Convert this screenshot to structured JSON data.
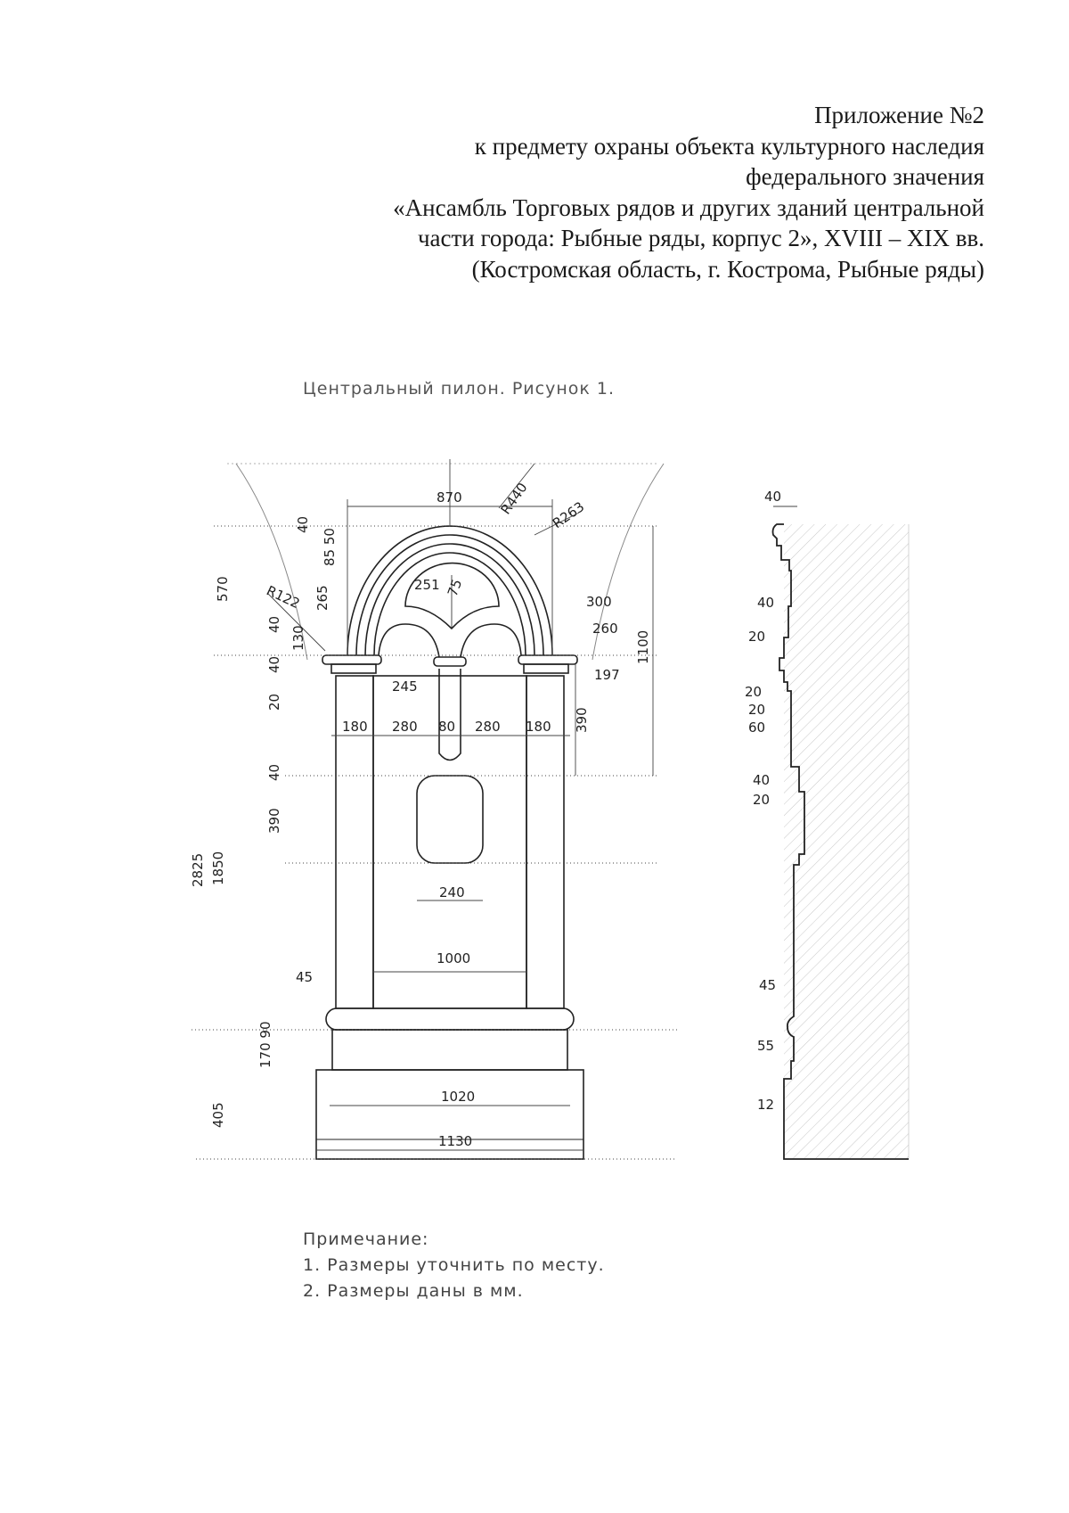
{
  "header": {
    "lines": [
      "Приложение №2",
      "к предмету охраны объекта культурного наследия",
      "федерального значения",
      "«Ансамбль Торговых рядов и других зданий центральной",
      "части города: Рыбные ряды, корпус 2», XVIII – XIX вв.",
      "(Костромская область, г. Кострома, Рыбные ряды)"
    ]
  },
  "figure": {
    "caption": "Центральный пилон. Рисунок 1.",
    "dimensions": {
      "w870": "870",
      "r440": "R440",
      "r263": "R263",
      "r122": "R122",
      "d40a": "40",
      "d85_50": "85 50",
      "d570": "570",
      "d265": "265",
      "d251": "251",
      "d75": "75",
      "d300": "300",
      "d260": "260",
      "d1100": "1100",
      "d40b": "40",
      "d130": "130",
      "d40c": "40",
      "d20a": "20",
      "d245": "245",
      "d197": "197",
      "d180a": "180",
      "d280a": "280",
      "d80": "80",
      "d280b": "280",
      "d180b": "180",
      "d390a": "390",
      "d40d": "40",
      "d390b": "390",
      "d2825": "2825",
      "d1850": "1850",
      "d240": "240",
      "d1000": "1000",
      "d45": "45",
      "d170_90": "170 90",
      "d1020": "1020",
      "d405": "405",
      "d1130": "1130",
      "s40a": "40",
      "s40b": "40",
      "s20a": "20",
      "s20b": "20",
      "s20c": "20",
      "s60": "60",
      "s40c": "40",
      "s20d": "20",
      "s45": "45",
      "s55": "55",
      "s12": "12"
    }
  },
  "notes": {
    "title": "Примечание:",
    "items": [
      "1. Размеры уточнить по месту.",
      "2. Размеры даны в мм."
    ]
  }
}
